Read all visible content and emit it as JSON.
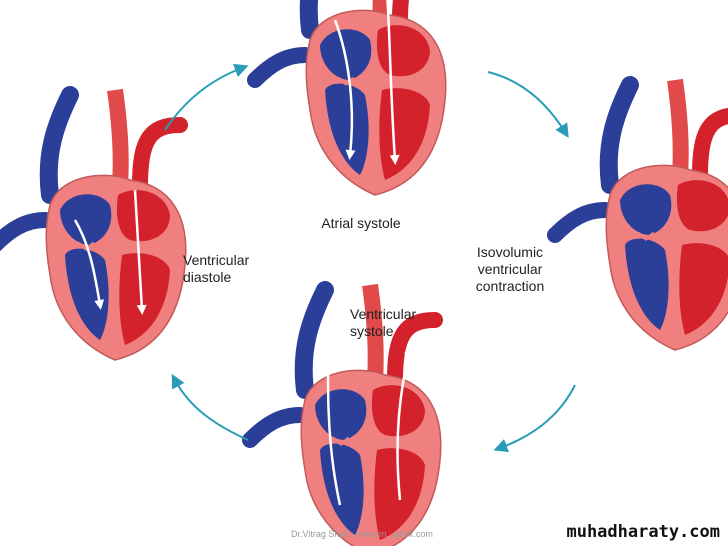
{
  "labels": {
    "atrial_systole": "Atrial systole",
    "isovolumic_line1": "Isovolumic",
    "isovolumic_line2": "ventricular",
    "isovolumic_line3": "contraction",
    "ventricular_systole_line1": "Ventricular",
    "ventricular_systole_line2": "systole",
    "ventricular_diastole_line1": "Ventricular",
    "ventricular_diastole_line2": "diastole"
  },
  "credit": "Dr.Vitrag Shah - www.m...geek.com",
  "brand": "muhadharaty.com",
  "colors": {
    "cycle_arrow": "#2a9cb8",
    "deoxygenated": "#2b3f99",
    "oxygenated": "#d4222c",
    "myocardium": "#f08080",
    "pericardium": "#e8a0a0"
  },
  "icons": [
    "heart-icon",
    "cycle-arrow-icon",
    "blood-flow-arrow-icon"
  ]
}
